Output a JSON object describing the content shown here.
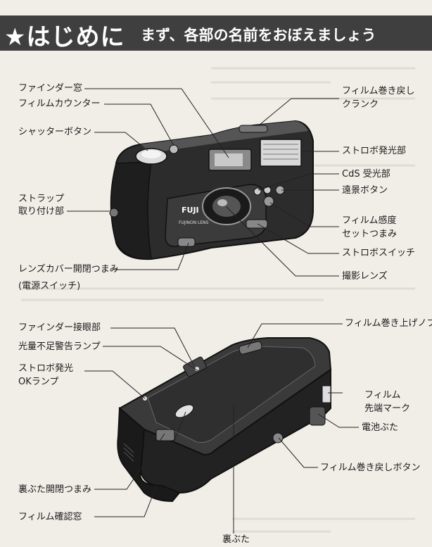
{
  "header": {
    "title": "★はじめに",
    "subtitle": "まず、各部の名前をおぼえましょう"
  },
  "brand": {
    "logo": "FUJI",
    "lens_text": "FUJINON LENS"
  },
  "front_view": {
    "labels": {
      "viewfinder_window": "ファインダー窓",
      "film_counter": "フィルムカウンター",
      "shutter_button": "シャッターボタン",
      "strap_mount_line1": "ストラップ",
      "strap_mount_line2": "取り付け部",
      "lens_cover_line1": "レンズカバー開閉つまみ",
      "lens_cover_line2": "(電源スイッチ)",
      "rewind_crank_line1": "フィルム巻き戻し",
      "rewind_crank_line2": "クランク",
      "flash_window": "ストロボ発光部",
      "cds_sensor": "CdS 受光部",
      "landscape_button": "遠景ボタン",
      "film_speed_line1": "フィルム感度",
      "film_speed_line2": "セットつまみ",
      "flash_switch": "ストロボスイッチ",
      "taking_lens": "撮影レンズ"
    }
  },
  "back_view": {
    "labels": {
      "eyepiece": "ファインダー接眼部",
      "low_light_lamp": "光量不足警告ランプ",
      "flash_ok_line1": "ストロボ発光",
      "flash_ok_line2": "OKランプ",
      "back_cover_latch": "裏ぶた開閉つまみ",
      "film_window": "フィルム確認窓",
      "back_cover": "裏ぶた",
      "advance_knob": "フィルム巻き上げノブ",
      "film_leader_line1": "フィルム",
      "film_leader_line2": "先端マーク",
      "battery_cover": "電池ぶた",
      "rewind_button": "フィルム巻き戻しボタン"
    }
  }
}
